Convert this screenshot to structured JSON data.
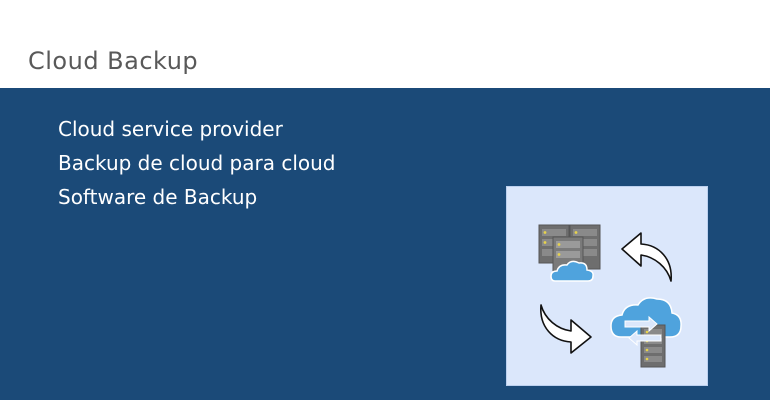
{
  "slide": {
    "title": "Cloud Backup",
    "bullets": [
      "Cloud service provider",
      "Backup de cloud para cloud",
      "Software de Backup"
    ]
  },
  "icons": {
    "server_cloud": "server-rack-with-cloud",
    "arrow_up_left": "curved-arrow-up-left",
    "arrow_down_right": "curved-arrow-down-right",
    "cloud_transfer": "cloud-with-transfer-server"
  },
  "colors": {
    "header_bg": "#ffffff",
    "title_text": "#595959",
    "content_bg": "#1b4a78",
    "bullet_text": "#ffffff",
    "illustration_bg": "#dbe7fb",
    "cloud": "#4fa3dd",
    "server": "#6e6e6e"
  }
}
